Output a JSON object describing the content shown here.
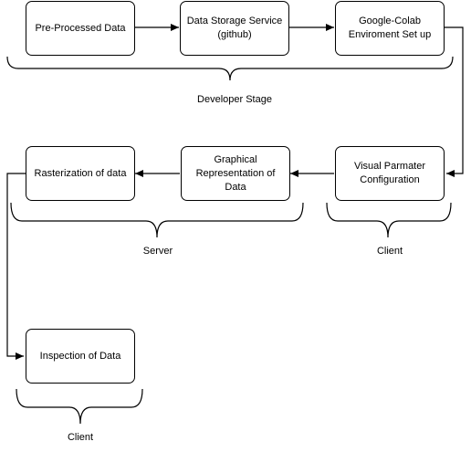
{
  "nodes": {
    "preprocessed": "Pre-Processed Data",
    "storage": "Data Storage Service\n(github)",
    "colab": "Google-Colab\nEnviroment Set up",
    "visual_param": "Visual Parmater\nConfiguration",
    "graphical": "Graphical\nRepresentation of\nData",
    "rasterization": "Rasterization of data",
    "inspection": "Inspection of Data"
  },
  "groups": {
    "developer": "Developer Stage",
    "server": "Server",
    "client_top": "Client",
    "client_bottom": "Client"
  }
}
